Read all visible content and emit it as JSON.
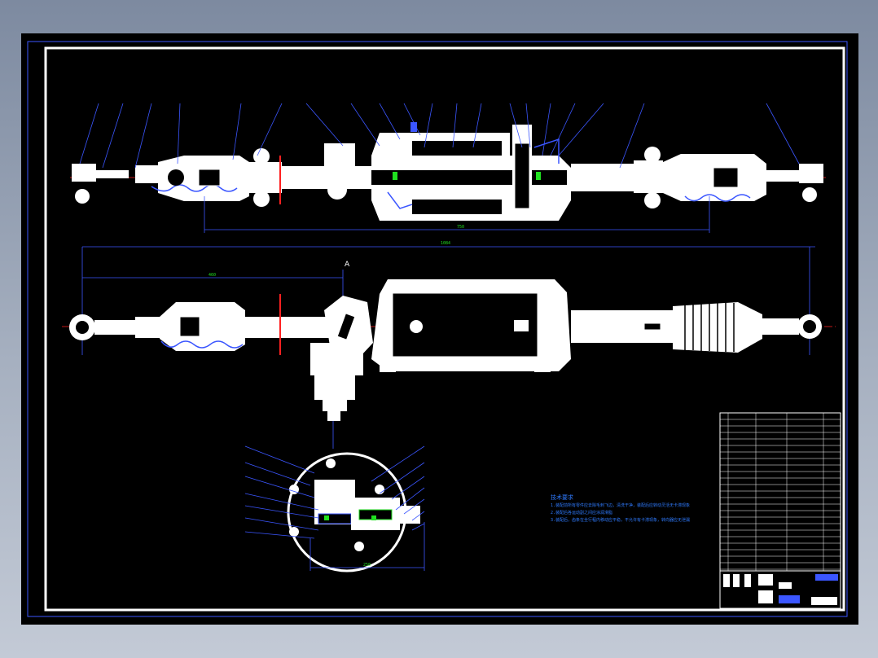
{
  "drawing": {
    "dimensions": {
      "top_center": "750",
      "overall_length": "1084",
      "left_offset": "460",
      "bottom_width": "250"
    },
    "section_marker": "A",
    "technical_requirements": {
      "heading": "技术要求",
      "lines": [
        "1.装配前所有零件应去除毛刺飞边，清洗干净，装配后应转动灵活无卡滞现象",
        "2.装配后各运动副之间应涂润滑脂",
        "3.装配后，齿条在全行程内移动应平稳，不允许有卡滞现象，转向器应无泄漏"
      ]
    },
    "colors": {
      "background": "#000000",
      "outline": "#ffffff",
      "frame": "#ffffff",
      "leaders": "#3b56ff",
      "centerline": "#ff2020",
      "hatch": "#20e020",
      "annotation": "#2f7bff"
    }
  }
}
